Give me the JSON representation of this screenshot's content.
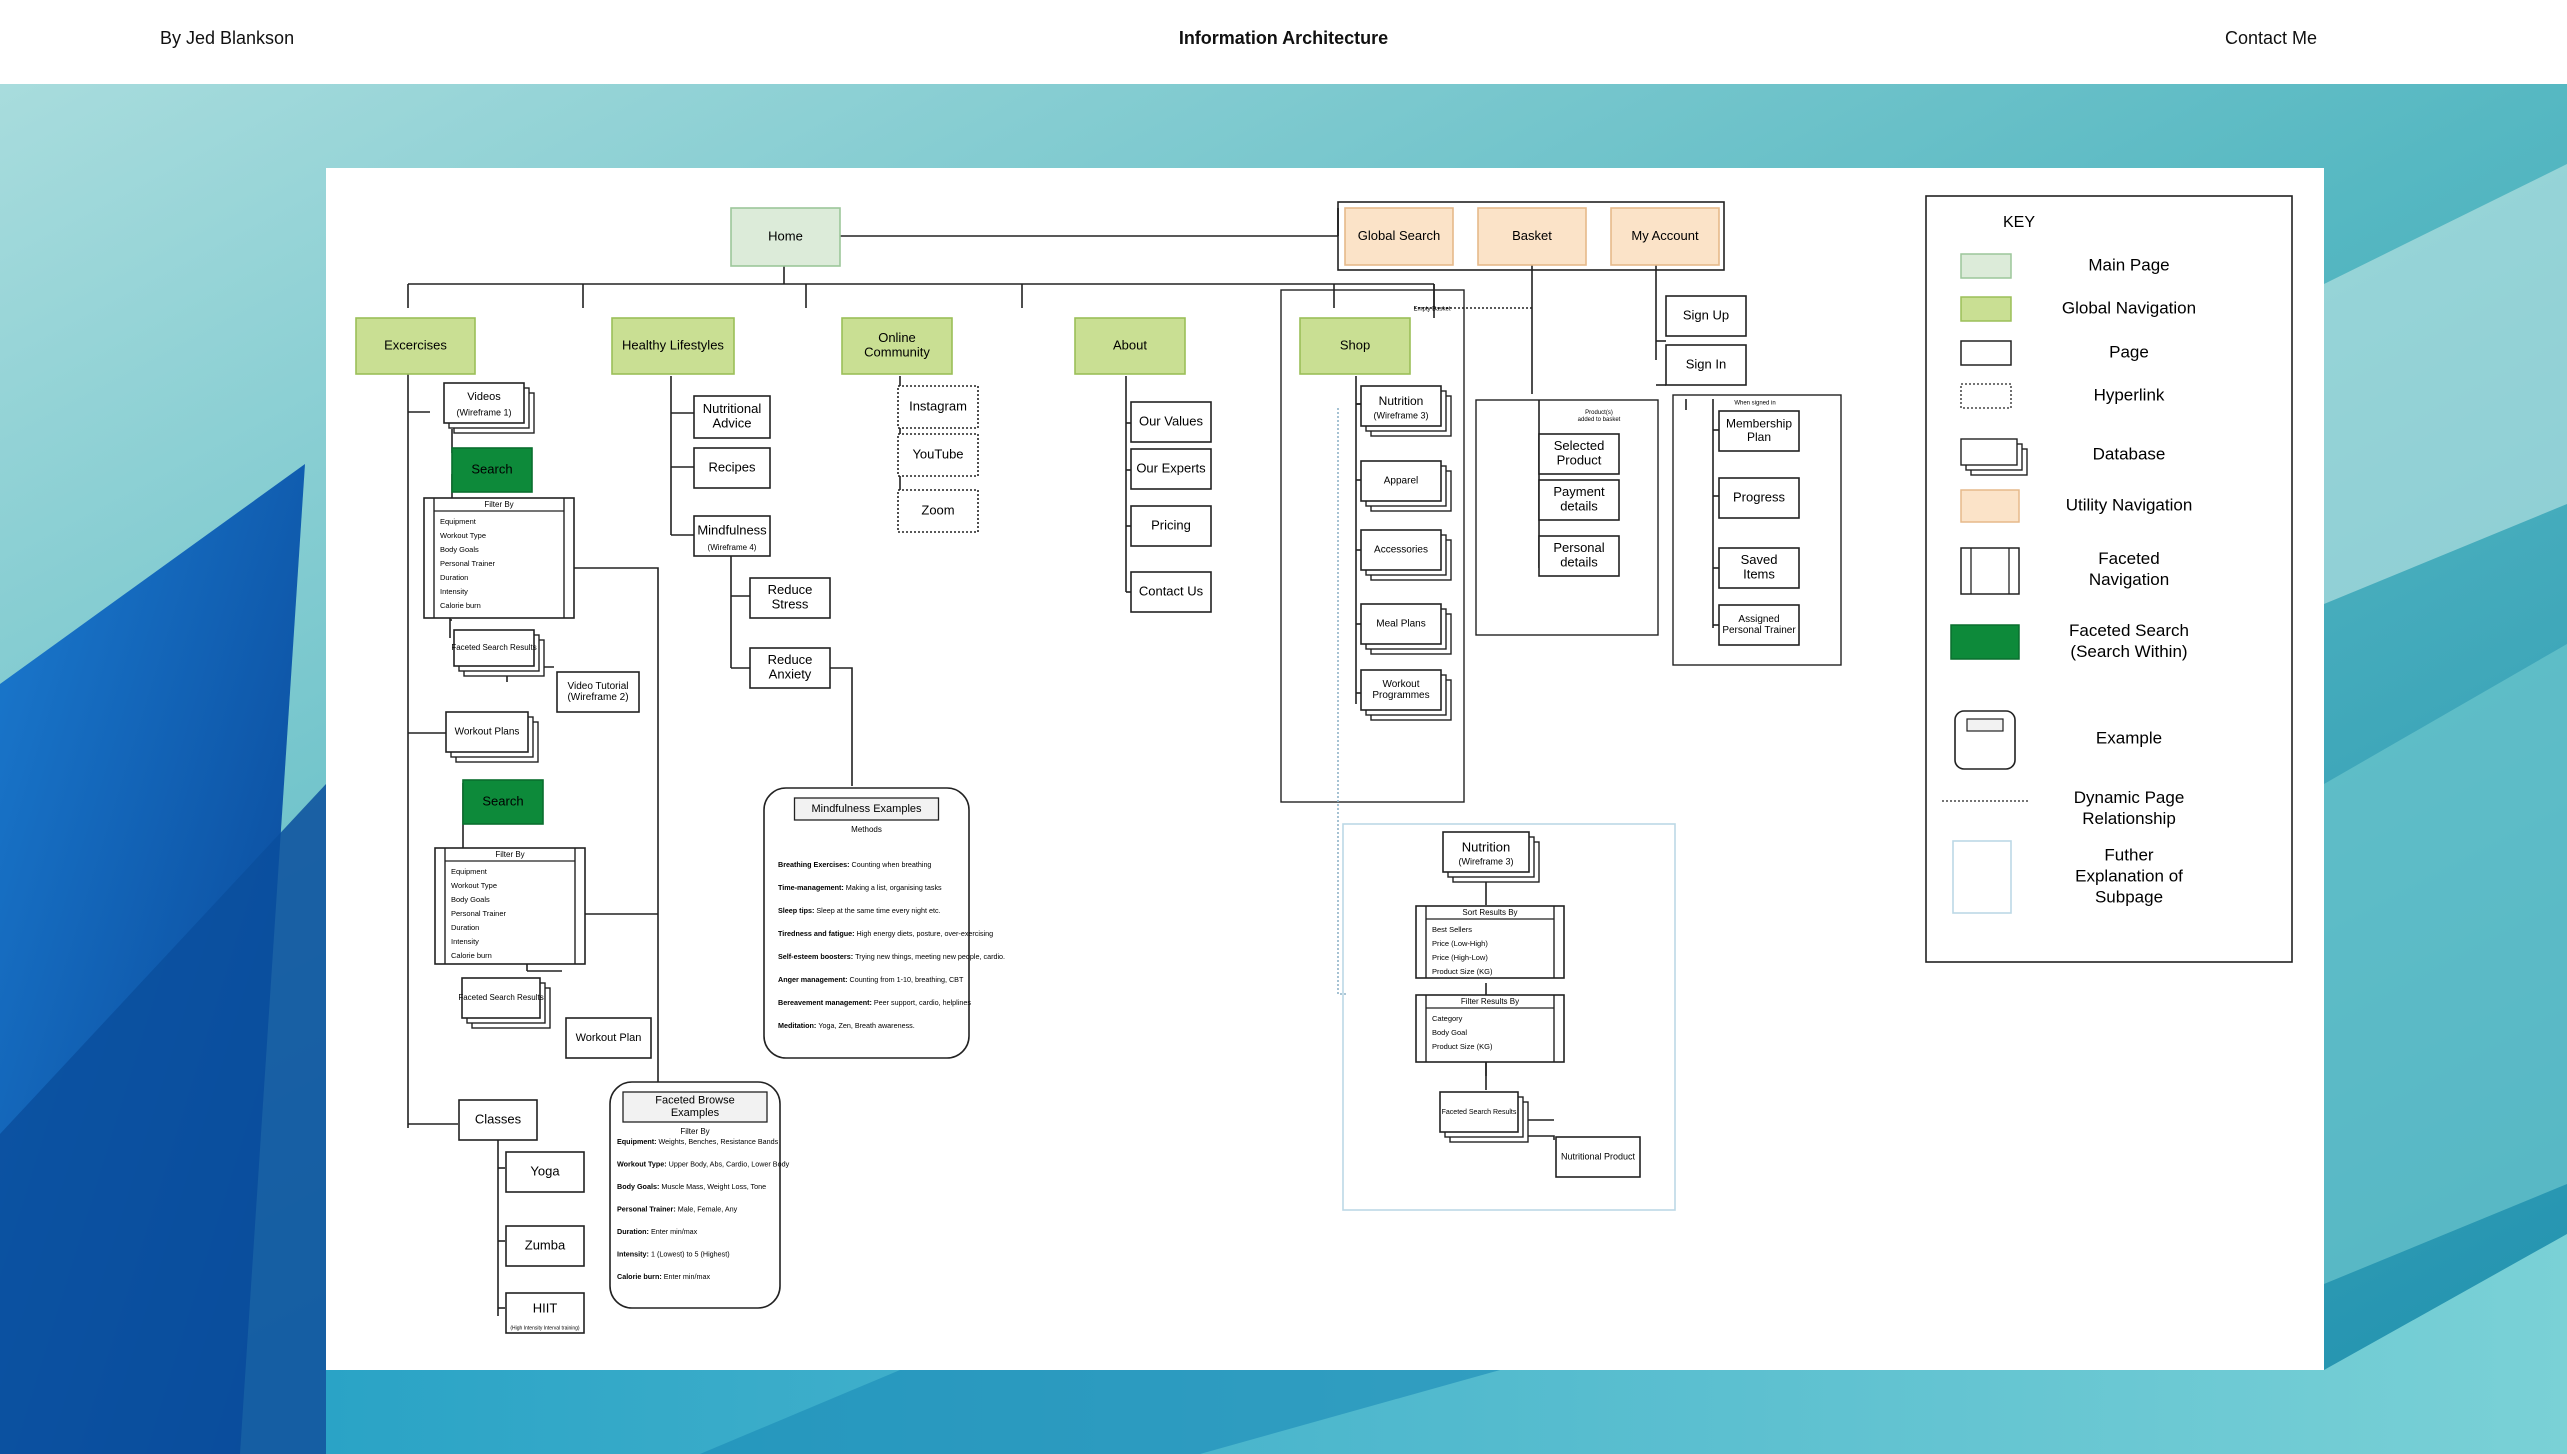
{
  "header": {
    "author": "By Jed Blankson",
    "title": "Information Architecture",
    "contact": "Contact Me"
  },
  "colors": {
    "main_page": "#dcebd9",
    "global_nav": "#c9df93",
    "utility_nav": "#fbe3c8",
    "faceted_search": "#0d8a3a",
    "background_teal": "#3aa6b5",
    "background_blue": "#0a56a8"
  },
  "nodes": {
    "home": "Home",
    "global_search": "Global Search",
    "basket": "Basket",
    "my_account": "My Account",
    "excercises": "Excercises",
    "healthy_lifestyles": "Healthy Lifestyles",
    "online_community": [
      "Online",
      "Community"
    ],
    "about": "About",
    "shop": "Shop",
    "videos": "Videos",
    "wireframe1": "(Wireframe 1)",
    "search": "Search",
    "filter_by": "Filter By",
    "filters_1": [
      "Equipment",
      "Workout Type",
      "Body Goals",
      "Personal Trainer",
      "Duration",
      "Intensity",
      "Calorie burn"
    ],
    "filters_2": [
      "Equipment",
      "Workout Type",
      "Body Goals",
      "Personal Trainer",
      "Duration",
      "Intensity",
      "Calorie burn"
    ],
    "faceted_search_results": "Faceted Search Results",
    "video_tutorial": "Video Tutorial",
    "wireframe2": "(Wireframe 2)",
    "workout_plans": "Workout Plans",
    "workout_plan": "Workout Plan",
    "classes": "Classes",
    "yoga": "Yoga",
    "zumba": "Zumba",
    "hiit": "HIIT",
    "hiit_sub": "(High Intensity Interval training)",
    "nutritional_advice": [
      "Nutritional",
      "Advice"
    ],
    "recipes": "Recipes",
    "mindfulness": "Mindfulness",
    "wireframe4": "(Wireframe 4)",
    "reduce_stress": [
      "Reduce",
      "Stress"
    ],
    "reduce_anxiety": [
      "Reduce",
      "Anxiety"
    ],
    "instagram": "Instagram",
    "youtube": "YouTube",
    "zoom": "Zoom",
    "our_values": "Our Values",
    "our_experts": "Our Experts",
    "pricing": "Pricing",
    "contact_us": "Contact Us",
    "empty_basket": "Empty Basket",
    "nutrition": "Nutrition",
    "wireframe3": "(Wireframe 3)",
    "apparel": "Apparel",
    "accessories": "Accessories",
    "meal_plans": "Meal Plans",
    "workout_programmes": [
      "Workout",
      "Programmes"
    ],
    "products_added": [
      "Product(s)",
      "added to basket"
    ],
    "selected_product": [
      "Selected",
      "Product"
    ],
    "payment_details": [
      "Payment",
      "details"
    ],
    "personal_details": [
      "Personal",
      "details"
    ],
    "sign_up": "Sign Up",
    "sign_in": "Sign In",
    "when_signed_in": "When signed in",
    "membership_plan": [
      "Membership",
      "Plan"
    ],
    "progress": "Progress",
    "saved_items": [
      "Saved",
      "Items"
    ],
    "assigned_trainer": [
      "Assigned",
      "Personal Trainer"
    ],
    "sort_results_by": "Sort Results By",
    "sort_options": [
      "Best Sellers",
      "Price (Low-High)",
      "Price (High-Low)",
      "Product Size (KG)"
    ],
    "filter_results_by": "Filter Results By",
    "filter_options": [
      "Category",
      "Body Goal",
      "Product Size (KG)"
    ],
    "nutritional_product": "Nutritional Product"
  },
  "mindfulness_examples": {
    "title": "Mindfulness Examples",
    "subtitle": "Methods",
    "items": [
      {
        "label": "Breathing Exercises:",
        "text": "Counting when breathing"
      },
      {
        "label": "Time-management:",
        "text": "Making a list, organising tasks"
      },
      {
        "label": "Sleep tips:",
        "text": "Sleep at the same time every night etc."
      },
      {
        "label": "Tiredness and fatigue:",
        "text": "High energy diets, posture, over-exercising"
      },
      {
        "label": "Self-esteem boosters:",
        "text": "Trying new things, meeting new people, cardio."
      },
      {
        "label": "Anger management:",
        "text": "Counting from 1-10, breathing, CBT"
      },
      {
        "label": "Bereavement management:",
        "text": "Peer support, cardio, helplines"
      },
      {
        "label": "Meditation:",
        "text": "Yoga, Zen, Breath awareness."
      }
    ]
  },
  "faceted_browse": {
    "title": [
      "Faceted Browse",
      "Examples"
    ],
    "subtitle": "Filter By",
    "items": [
      {
        "label": "Equipment:",
        "text": "Weights, Benches, Resistance Bands"
      },
      {
        "label": "Workout Type:",
        "text": "Upper Body, Abs, Cardio, Lower Body"
      },
      {
        "label": "Body Goals:",
        "text": "Muscle Mass, Weight Loss, Tone"
      },
      {
        "label": "Personal Trainer:",
        "text": "Male, Female, Any"
      },
      {
        "label": "Duration:",
        "text": "Enter min/max"
      },
      {
        "label": "Intensity:",
        "text": "1 (Lowest) to 5 (Highest)"
      },
      {
        "label": "Calorie burn:",
        "text": "Enter min/max"
      }
    ]
  },
  "key": {
    "title": "KEY",
    "items": [
      {
        "label": [
          "Main Page"
        ],
        "icon": "main-page-swatch"
      },
      {
        "label": [
          "Global Navigation"
        ],
        "icon": "global-navigation-swatch"
      },
      {
        "label": [
          "Page"
        ],
        "icon": "page-swatch"
      },
      {
        "label": [
          "Hyperlink"
        ],
        "icon": "hyperlink-swatch"
      },
      {
        "label": [
          "Database"
        ],
        "icon": "database-swatch"
      },
      {
        "label": [
          "Utility Navigation"
        ],
        "icon": "utility-navigation-swatch"
      },
      {
        "label": [
          "Faceted",
          "Navigation"
        ],
        "icon": "faceted-navigation-swatch"
      },
      {
        "label": [
          "Faceted Search",
          "(Search Within)"
        ],
        "icon": "faceted-search-swatch"
      },
      {
        "label": [
          "Example"
        ],
        "icon": "example-swatch"
      },
      {
        "label": [
          "Dynamic Page",
          "Relationship"
        ],
        "icon": "dynamic-relationship-swatch"
      },
      {
        "label": [
          "Futher",
          "Explanation of",
          "Subpage"
        ],
        "icon": "subpage-explanation-swatch"
      }
    ]
  }
}
